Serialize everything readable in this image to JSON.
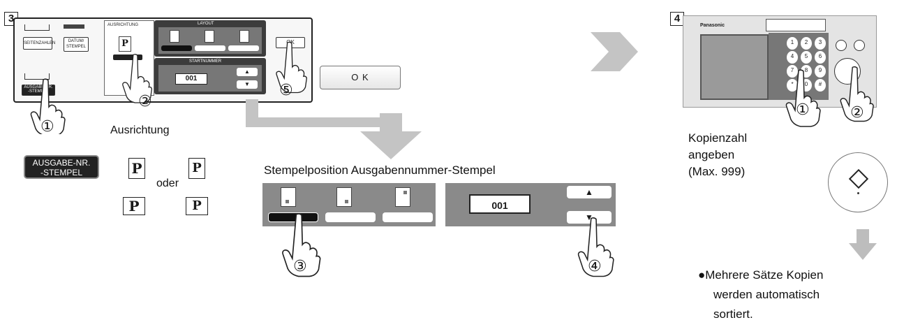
{
  "step3": {
    "number": "3",
    "panel": {
      "btn_seitenzahlen": "SEITENZAHLEN",
      "btn_datum": "DATUM/\nSTEMPEL",
      "btn_ausgabe_small": "AUSGABE-NR.\n-STEMPEL",
      "ausrichtung_title": "AUSRICHTUNG",
      "layout_title": "LAYOUT",
      "startnummer_title": "STARTNUMMER",
      "startnummer_value": "001",
      "ok_small": "OK",
      "p_letter": "P"
    },
    "ok_button": "O K",
    "ausrichtung_label": "Ausrichtung",
    "ausgabe_button": "AUSGABE-NR.\n-STEMPEL",
    "oder": "oder",
    "p_letter": "P",
    "callouts": [
      "①",
      "②",
      "⑤"
    ]
  },
  "position": {
    "title": "Stempelposition Ausgabennummer-Stempel",
    "number_value": "001",
    "callouts": [
      "③",
      "④"
    ]
  },
  "step4": {
    "number": "4",
    "brand": "Panasonic",
    "keypad": [
      "1",
      "2",
      "3",
      "4",
      "5",
      "6",
      "7",
      "8",
      "9",
      "*",
      "0",
      "#"
    ],
    "kopien_line1": "Kopienzahl",
    "kopien_line2": "angeben",
    "kopien_line3": "(Max. 999)",
    "note_line1": "●Mehrere Sätze Kopien",
    "note_line2": "werden automatisch",
    "note_line3": "sortiert.",
    "callouts": [
      "①",
      "②"
    ]
  },
  "colors": {
    "arrow_gray": "#bdbdbd",
    "panel_dark": "#3c3c3c",
    "gray_panel": "#8a8a8a"
  }
}
